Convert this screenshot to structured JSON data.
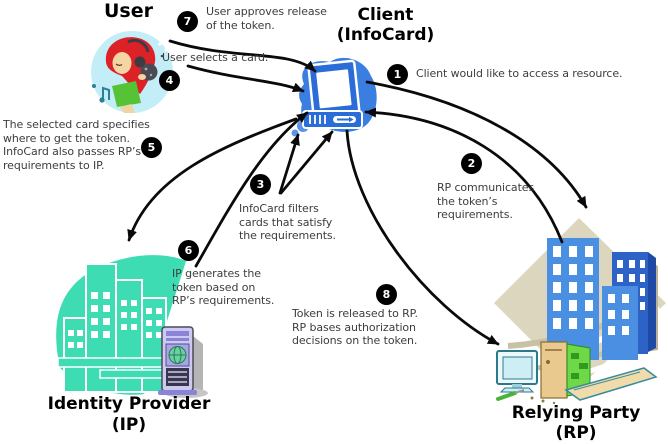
{
  "nodes": {
    "user": {
      "label": "User"
    },
    "client": {
      "label": "Client\n(InfoCard)"
    },
    "identity_provider": {
      "label": "Identity Provider\n(IP)"
    },
    "relying_party": {
      "label": "Relying Party\n(RP)"
    }
  },
  "steps": [
    {
      "num": "1",
      "text": "Client would like to access a resource."
    },
    {
      "num": "2",
      "text": "RP communicates\nthe token’s\nrequirements."
    },
    {
      "num": "3",
      "text": "InfoCard filters\ncards that satisfy\nthe requirements."
    },
    {
      "num": "4",
      "text": "User selects a card."
    },
    {
      "num": "5",
      "text": "The selected card specifies\nwhere to get the token.\nInfoCard also passes RP’s\nrequirements to IP."
    },
    {
      "num": "6",
      "text": "IP generates the\ntoken based on\nRP’s requirements."
    },
    {
      "num": "7",
      "text": "User approves release\nof the token."
    },
    {
      "num": "8",
      "text": "Token is released to RP.\nRP bases authorization\ndecisions on the token."
    }
  ],
  "icons": {
    "user": "user-avatar-icon",
    "client": "client-computer-icon",
    "identity_provider": "teal-building-with-server-icon",
    "relying_party": "blue-buildings-with-computer-icon"
  },
  "colors": {
    "client_blue": "#3b7ee2",
    "ip_teal": "#3edcb2",
    "rp_diamond_beige": "#dbd6bd",
    "rp_building_blue": "#4b8fe2",
    "rp_building_dark_blue": "#2d63c6",
    "user_bubble_cyan": "#c4eef7",
    "arrow_black": "#0a0a0a",
    "badge_bg": "#000000",
    "badge_fg": "#ffffff",
    "label_text": "#3d3d3d"
  }
}
